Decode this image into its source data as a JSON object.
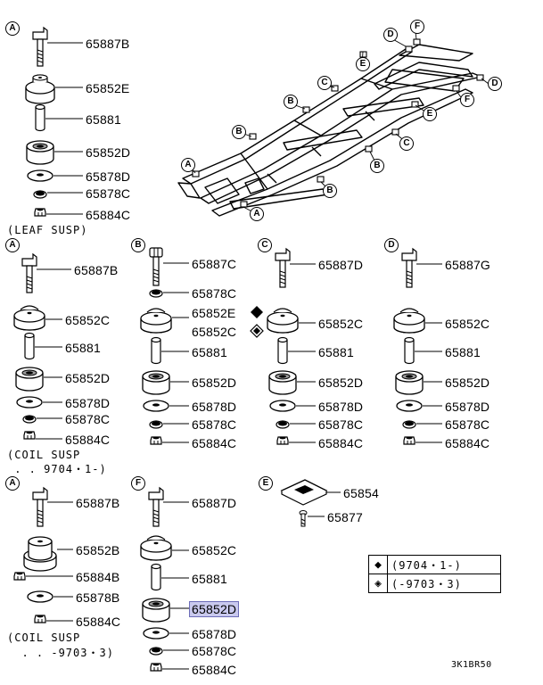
{
  "groups": {
    "g1": {
      "letter": "A",
      "parts": [
        "65887B",
        "65852E",
        "65881",
        "65852D",
        "65878D",
        "65878C",
        "65884C"
      ],
      "caption": "(LEAF SUSP)"
    },
    "g2": {
      "letter": "A",
      "parts": [
        "65887B",
        "65852C",
        "65881",
        "65852D",
        "65878D",
        "65878C",
        "65884C"
      ],
      "caption": [
        "(COIL SUSP",
        " . . 9704・1-)"
      ]
    },
    "g3": {
      "letter": "B",
      "parts": [
        "65887C",
        "65878C",
        "65852E",
        "65852C",
        "65881",
        "65852D",
        "65878D",
        "65878C",
        "65884C"
      ]
    },
    "g4": {
      "letter": "C",
      "parts": [
        "65887D",
        "65852C",
        "65881",
        "65852D",
        "65878D",
        "65878C",
        "65884C"
      ]
    },
    "g5": {
      "letter": "D",
      "parts": [
        "65887G",
        "65852C",
        "65881",
        "65852D",
        "65878D",
        "65878C",
        "65884C"
      ]
    },
    "g6": {
      "letter": "A",
      "parts": [
        "65887B",
        "65852B",
        "65884B",
        "65878B",
        "65884C"
      ],
      "caption": [
        "(COIL SUSP",
        "  . . -9703・3)"
      ]
    },
    "g7": {
      "letter": "F",
      "parts": [
        "65887D",
        "65852C",
        "65881",
        "65852D",
        "65878D",
        "65878C",
        "65884C"
      ],
      "highlighted": "65852D"
    },
    "g8": {
      "letter": "E",
      "parts": [
        "65854",
        "65877"
      ]
    }
  },
  "frame_labels": [
    "D",
    "F",
    "E",
    "D",
    "C",
    "B",
    "F",
    "E",
    "B",
    "C",
    "B",
    "A",
    "B",
    "A"
  ],
  "legend": [
    {
      "symbol": "◆",
      "text": "(9704・1-)"
    },
    {
      "symbol": "◈",
      "text": "(-9703・3)"
    }
  ],
  "diagram_code": "3K1BR50"
}
